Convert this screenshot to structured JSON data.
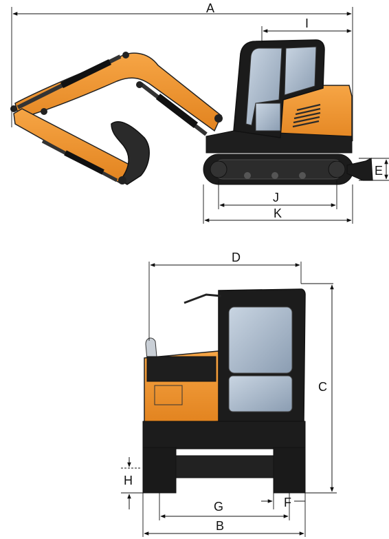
{
  "dimension_labels": {
    "A": "A",
    "B": "B",
    "C": "C",
    "D": "D",
    "E": "E",
    "F": "F",
    "G": "G",
    "H": "H",
    "I": "I",
    "J": "J",
    "K": "K"
  },
  "colors": {
    "body_orange": "#f0962e",
    "body_dark": "#1c1c1c",
    "glass": "#a9b8c8",
    "line": "#111111"
  }
}
